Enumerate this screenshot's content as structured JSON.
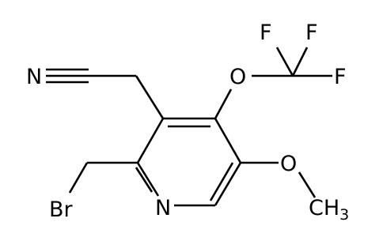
{
  "molecule": {
    "atoms": {
      "F1": "F",
      "F2": "F",
      "F3": "F",
      "O1": "O",
      "N1": "N",
      "Br": "Br",
      "N2": "N",
      "O2": "O",
      "C_methyl": "CH",
      "C_methyl_sub": "3"
    }
  }
}
